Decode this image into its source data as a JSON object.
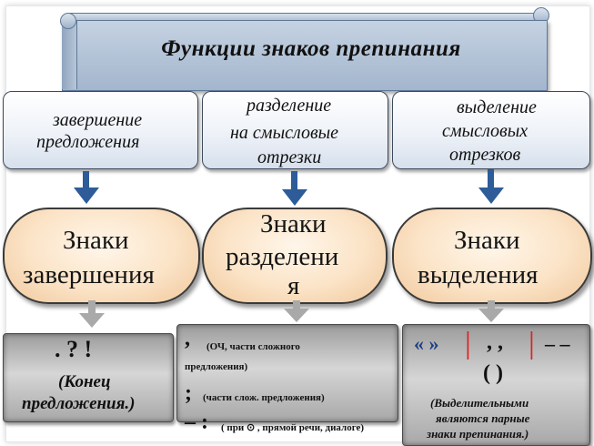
{
  "title": "Функции знаков препинания",
  "functions": [
    {
      "lines": [
        "завершение",
        "предложения"
      ]
    },
    {
      "lines": [
        "разделение",
        "на смысловые",
        "отрезки"
      ]
    },
    {
      "lines": [
        "выделение",
        "смысловых",
        "отрезков"
      ]
    }
  ],
  "sign_groups": [
    {
      "lines": [
        "Знаки",
        "завершения"
      ]
    },
    {
      "lines": [
        "Знаки",
        "разделени",
        "я"
      ]
    },
    {
      "lines": [
        "Знаки",
        "выделения"
      ]
    }
  ],
  "completion_box": {
    "marks": ".  ?  !",
    "note_lines": [
      "(Конец",
      "предложения.)"
    ]
  },
  "separation_box": {
    "rows": [
      {
        "mark": ",",
        "note": "(ОЧ, части сложного"
      },
      {
        "mark": "",
        "note": "предложения)"
      },
      {
        "mark": ";",
        "note": "(части слож. предложения)"
      },
      {
        "mark": "– :",
        "note": "( при ⊙ , прямой речи, диалоге)"
      }
    ]
  },
  "selection_box": {
    "marks_a": "« »",
    "marks_b": ",  ,",
    "marks_c": "– –",
    "bar": "|",
    "marks_row2": "( )",
    "note_lines": [
      "(Выделительными",
      "являются парные",
      "знаки препинания.)"
    ]
  },
  "colors": {
    "arrow_blue": "#2d5c98",
    "arrow_gray": "#a9a9a9",
    "oval_fill": "#fbe3c6",
    "scroll_fill": "#b4c4d8",
    "red_bar": "#e02020"
  }
}
